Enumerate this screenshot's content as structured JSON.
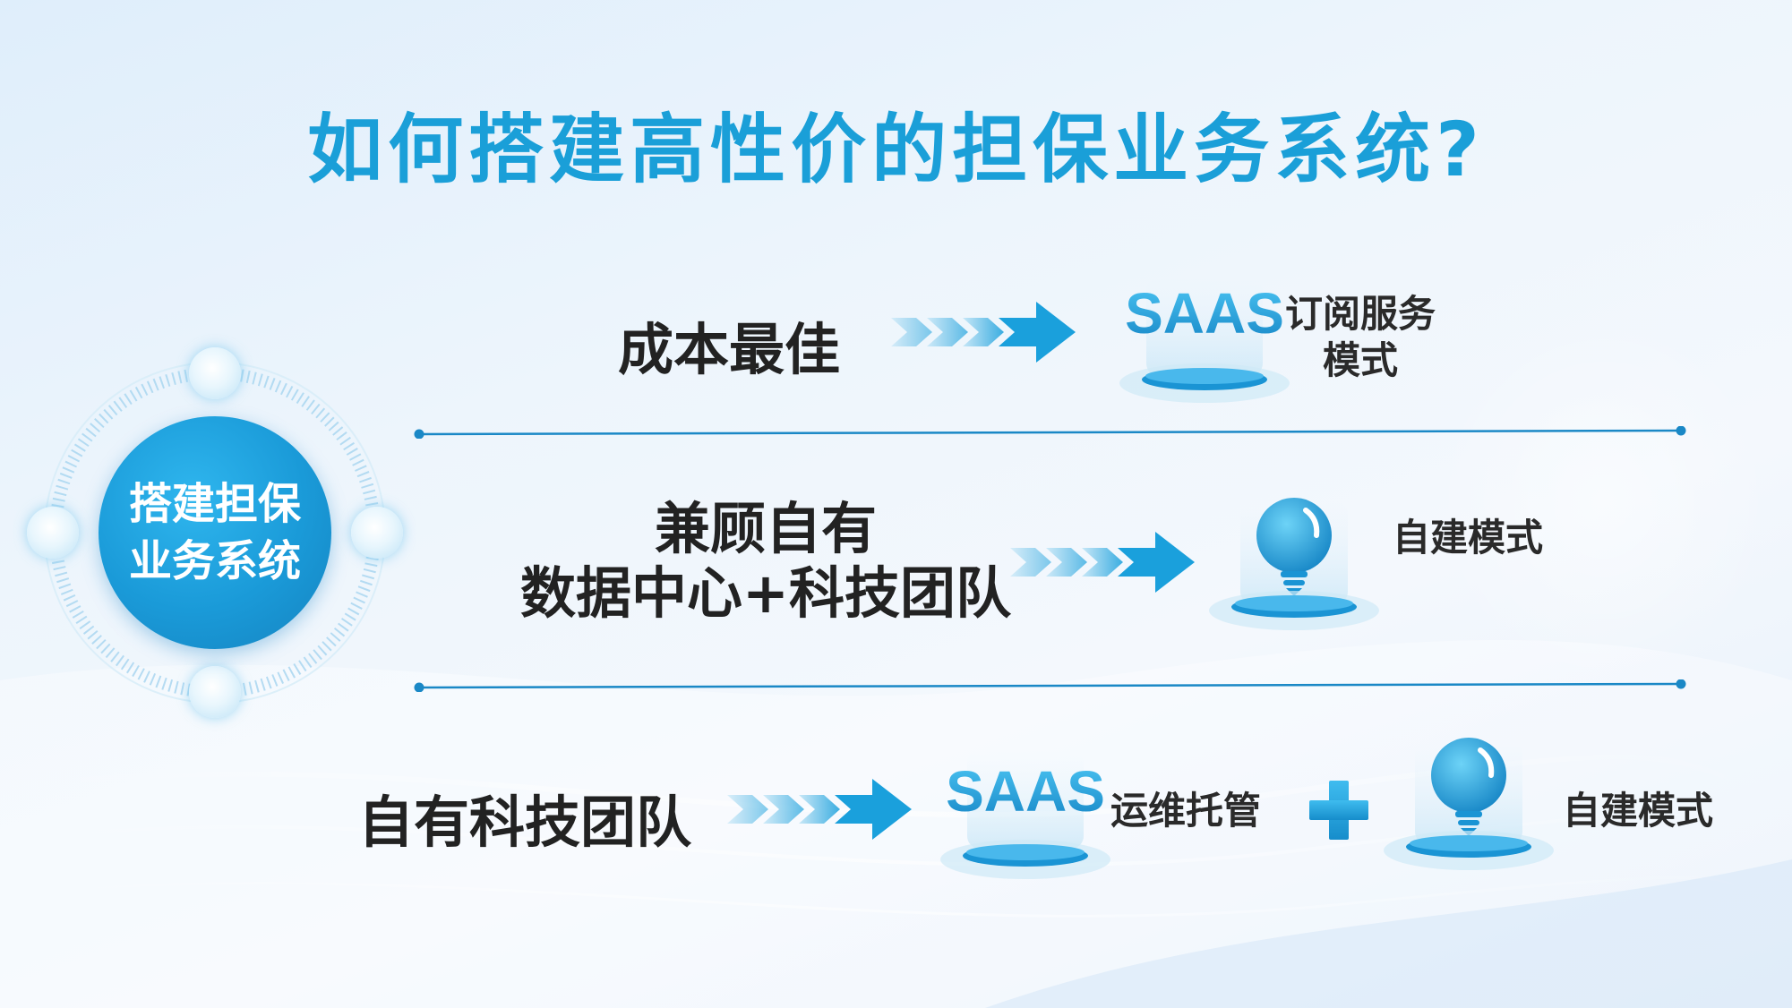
{
  "title": "如何搭建高性价的担保业务系统?",
  "center": {
    "line1": "搭建担保",
    "line2": "业务系统"
  },
  "rows": [
    {
      "label": "成本最佳",
      "icon": "saas-icon",
      "icon_text": "SAAS",
      "desc_line1": "订阅服务",
      "desc_line2": "模式"
    },
    {
      "label_line1": "兼顾自有",
      "label_line2": "数据中心+科技团队",
      "icon": "lightbulb-icon",
      "desc": "自建模式"
    },
    {
      "label": "自有科技团队",
      "icon": "saas-icon",
      "icon_text": "SAAS",
      "desc": "运维托管",
      "plus_icon": "plus-icon",
      "icon2": "lightbulb-icon",
      "desc2": "自建模式"
    }
  ],
  "colors": {
    "accent": "#1a9fd8",
    "text": "#222222",
    "line": "#1a88c6"
  }
}
